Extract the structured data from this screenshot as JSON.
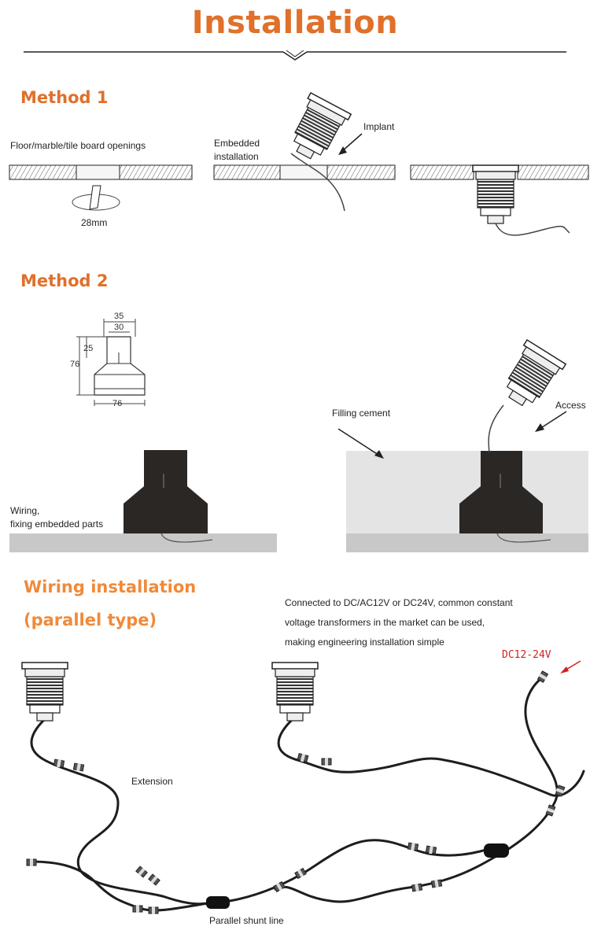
{
  "title": "Installation",
  "method1": {
    "heading": "Method 1",
    "openings_label": "Floor/marble/tile board openings",
    "size_label": "28mm",
    "embedded_label_1": "Embedded",
    "embedded_label_2": "installation",
    "implant_label": "Implant"
  },
  "method2": {
    "heading": "Method 2",
    "dims": {
      "top_outer": "35",
      "top_inner": "30",
      "height_top": "25",
      "height_total": "76",
      "bottom_width": "76"
    },
    "wiring_label_1": "Wiring,",
    "wiring_label_2": "fixing embedded parts",
    "filling_label": "Filling cement",
    "access_label": "Access"
  },
  "wiring": {
    "heading_1": "Wiring installation",
    "heading_2": "(parallel type)",
    "note_1": "Connected to DC/AC12V or DC24V, common constant",
    "note_2": "voltage transformers in the market can be used,",
    "note_3": "making engineering installation simple",
    "voltage_label": "DC12-24V",
    "extension_label": "Extension",
    "shunt_label": "Parallel shunt line"
  },
  "colors": {
    "accent": "#e0702a",
    "accent_light": "#f08a3a",
    "voltage_red": "#d42020",
    "ground_gray": "#c8c8c8",
    "cement_gray": "#e4e4e4",
    "sleeve_dark": "#2b2725"
  }
}
